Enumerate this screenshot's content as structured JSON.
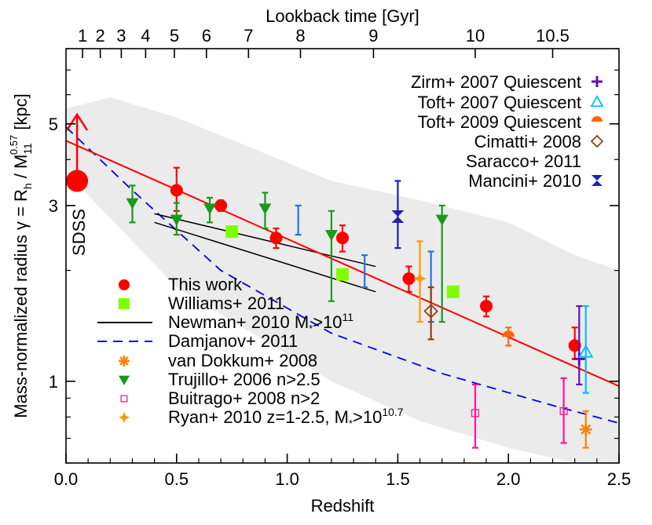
{
  "chart_data": {
    "type": "scatter",
    "xlabel": "Redshift",
    "ylabel": "Mass-normalized radius γ = R",
    "ylabel_sub_h": "h",
    "ylabel_mid": " / M",
    "ylabel_sub_11": "11",
    "ylabel_sup": "0.57",
    "ylabel_unit": " [kpc]",
    "top_xlabel": "Lookback time [Gyr]",
    "xlim": [
      0.0,
      2.5
    ],
    "ylim": [
      0.6,
      8.0
    ],
    "yscale": "log",
    "x_ticks": [
      0.0,
      0.5,
      1.0,
      1.5,
      2.0,
      2.5
    ],
    "x_tick_labels": [
      "0.0",
      "0.5",
      "1.0",
      "1.5",
      "2.0",
      "2.5"
    ],
    "y_ticks": [
      1,
      3,
      5
    ],
    "y_tick_labels": [
      "1",
      "3",
      "5"
    ],
    "top_ticks": [
      {
        "label": "1",
        "z": 0.075
      },
      {
        "label": "2",
        "z": 0.155
      },
      {
        "label": "3",
        "z": 0.25
      },
      {
        "label": "4",
        "z": 0.36
      },
      {
        "label": "5",
        "z": 0.49
      },
      {
        "label": "6",
        "z": 0.635
      },
      {
        "label": "7",
        "z": 0.825
      },
      {
        "label": "8",
        "z": 1.06
      },
      {
        "label": "9",
        "z": 1.39
      },
      {
        "label": "10",
        "z": 1.85
      },
      {
        "label": "10.5",
        "z": 2.2
      }
    ],
    "annotation_sdss": "SDSS",
    "legend_left_placement": "bottom-left",
    "legend_right_placement": "top-right",
    "colors": {
      "this_work": "#ff0000",
      "williams": "#80ff00",
      "newman": "#000000",
      "damjanov": "#0000ee",
      "van_dokkum": "#ff8000",
      "trujillo": "#1a9a1a",
      "buitrago": "#ff1493",
      "ryan": "#ff9900",
      "zirm": "#6a0dad",
      "toft2007": "#00bfff",
      "toft2009": "#ff6600",
      "cimatti": "#8b4513",
      "saracco": "#1f78e0",
      "mancini": "#2020b0",
      "band": "#ebebeb"
    },
    "legend_left": [
      {
        "key": "this_work",
        "label": "This work"
      },
      {
        "key": "williams",
        "label": "Williams+ 2011"
      },
      {
        "key": "newman",
        "label": "Newman+ 2010 M",
        "label_sub": "*",
        "label_mid": ">10",
        "label_sup": "11"
      },
      {
        "key": "damjanov",
        "label": "Damjanov+ 2011"
      },
      {
        "key": "van_dokkum",
        "label": "van Dokkum+ 2008"
      },
      {
        "key": "trujillo",
        "label": "Trujillo+ 2006 n>2.5"
      },
      {
        "key": "buitrago",
        "label": "Buitrago+ 2008 n>2"
      },
      {
        "key": "ryan",
        "label": "Ryan+ 2010 z=1-2.5, M",
        "label_sub": "*",
        "label_mid": ">10",
        "label_sup": "10.7"
      }
    ],
    "legend_right": [
      {
        "key": "zirm",
        "label": "Zirm+ 2007 Quiescent"
      },
      {
        "key": "toft2007",
        "label": "Toft+ 2007 Quiescent"
      },
      {
        "key": "toft2009",
        "label": "Toft+ 2009 Quiescent"
      },
      {
        "key": "cimatti",
        "label": "Cimatti+ 2008"
      },
      {
        "key": "saracco",
        "label": "Saracco+ 2011"
      },
      {
        "key": "mancini",
        "label": "Mancini+ 2010"
      }
    ],
    "band": {
      "upper": [
        [
          0.0,
          5.5
        ],
        [
          0.2,
          5.9
        ],
        [
          0.5,
          5.2
        ],
        [
          0.8,
          4.4
        ],
        [
          1.2,
          3.5
        ],
        [
          1.6,
          3.1
        ],
        [
          2.0,
          2.7
        ],
        [
          2.3,
          2.2
        ],
        [
          2.5,
          2.0
        ]
      ],
      "lower": [
        [
          0.0,
          3.7
        ],
        [
          0.3,
          2.4
        ],
        [
          0.5,
          1.8
        ],
        [
          0.8,
          1.4
        ],
        [
          1.2,
          1.0
        ],
        [
          1.6,
          0.78
        ],
        [
          2.0,
          0.66
        ],
        [
          2.3,
          0.6
        ],
        [
          2.5,
          0.6
        ]
      ]
    },
    "fit_line": {
      "x": [
        0.0,
        2.5
      ],
      "y": [
        4.5,
        0.97
      ]
    },
    "damjanov_line": {
      "x": [
        0.0,
        0.3,
        0.7,
        1.2,
        1.7,
        2.2,
        2.5
      ],
      "y": [
        4.9,
        3.3,
        2.0,
        1.35,
        1.05,
        0.86,
        0.77
      ]
    },
    "newman_lines": [
      {
        "x": [
          0.4,
          1.4
        ],
        "y": [
          2.85,
          2.05
        ]
      },
      {
        "x": [
          0.4,
          1.4
        ],
        "y": [
          2.7,
          1.75
        ]
      }
    ],
    "sdss": {
      "x": 0.05,
      "y": 3.5,
      "arrow_top_y": 5.3
    },
    "series": [
      {
        "name": "This work",
        "key": "this_work",
        "marker": "circle",
        "points": [
          {
            "x": 0.5,
            "y": 3.3,
            "lo": 2.9,
            "hi": 3.8
          },
          {
            "x": 0.7,
            "y": 3.0,
            "lo": 2.9,
            "hi": 3.1
          },
          {
            "x": 0.95,
            "y": 2.45,
            "lo": 2.3,
            "hi": 2.6
          },
          {
            "x": 1.25,
            "y": 2.45,
            "lo": 2.25,
            "hi": 2.65
          },
          {
            "x": 1.55,
            "y": 1.9,
            "lo": 1.75,
            "hi": 2.05
          },
          {
            "x": 1.9,
            "y": 1.6,
            "lo": 1.5,
            "hi": 1.7
          },
          {
            "x": 2.3,
            "y": 1.25,
            "lo": 1.15,
            "hi": 1.4
          }
        ]
      },
      {
        "name": "Williams+ 2011",
        "key": "williams",
        "marker": "square",
        "points": [
          {
            "x": 0.75,
            "y": 2.55
          },
          {
            "x": 1.25,
            "y": 1.95
          },
          {
            "x": 1.75,
            "y": 1.75
          }
        ]
      },
      {
        "name": "Trujillo+ 2006 n>2.5",
        "key": "trujillo",
        "marker": "triangle-down",
        "points": [
          {
            "x": 0.3,
            "y": 3.05,
            "lo": 2.7,
            "hi": 3.4
          },
          {
            "x": 0.5,
            "y": 2.75,
            "lo": 2.5,
            "hi": 3.05
          },
          {
            "x": 0.65,
            "y": 2.95,
            "lo": 2.7,
            "hi": 3.15
          },
          {
            "x": 0.9,
            "y": 2.95,
            "lo": 2.6,
            "hi": 3.25
          },
          {
            "x": 1.2,
            "y": 2.5,
            "lo": 1.65,
            "hi": 2.9
          },
          {
            "x": 1.7,
            "y": 2.75,
            "lo": 1.45,
            "hi": 3.0
          }
        ]
      },
      {
        "name": "Saracco+ 2011",
        "key": "saracco",
        "marker": "bowtie",
        "points": [
          {
            "x": 1.05,
            "y": 2.75,
            "lo": 2.5,
            "hi": 3.0
          },
          {
            "x": 1.35,
            "y": 2.0,
            "lo": 1.8,
            "hi": 2.2
          },
          {
            "x": 1.65,
            "y": 2.05,
            "lo": 1.45,
            "hi": 2.25
          }
        ]
      },
      {
        "name": "Mancini+ 2010",
        "key": "mancini",
        "marker": "hourglass",
        "points": [
          {
            "x": 1.5,
            "y": 2.8,
            "lo": 2.3,
            "hi": 3.5
          }
        ]
      },
      {
        "name": "Ryan+ 2010 z=1-2.5, M*>10^10.7",
        "key": "ryan",
        "marker": "star4",
        "points": [
          {
            "x": 1.6,
            "y": 1.9,
            "lo": 1.45,
            "hi": 2.4
          }
        ]
      },
      {
        "name": "Cimatti+ 2008",
        "key": "cimatti",
        "marker": "diamond",
        "points": [
          {
            "x": 1.65,
            "y": 1.55,
            "lo": 1.3,
            "hi": 1.8
          }
        ]
      },
      {
        "name": "Buitrago+ 2008 n>2",
        "key": "buitrago",
        "marker": "square-open",
        "points": [
          {
            "x": 1.85,
            "y": 0.82,
            "lo": 0.66,
            "hi": 0.98
          },
          {
            "x": 2.25,
            "y": 0.83,
            "lo": 0.68,
            "hi": 1.02
          }
        ]
      },
      {
        "name": "Toft+ 2009 Quiescent",
        "key": "toft2009",
        "marker": "half-circle",
        "points": [
          {
            "x": 2.0,
            "y": 1.32,
            "lo": 1.25,
            "hi": 1.4
          }
        ]
      },
      {
        "name": "Zirm+ 2007 Quiescent",
        "key": "zirm",
        "marker": "plus",
        "points": [
          {
            "x": 2.32,
            "y": 1.15,
            "lo": 0.98,
            "hi": 1.6
          }
        ]
      },
      {
        "name": "Toft+ 2007 Quiescent",
        "key": "toft2007",
        "marker": "triangle-open",
        "points": [
          {
            "x": 2.35,
            "y": 1.2,
            "lo": 0.93,
            "hi": 1.6
          }
        ]
      },
      {
        "name": "van Dokkum+ 2008",
        "key": "van_dokkum",
        "marker": "asterisk",
        "points": [
          {
            "x": 2.35,
            "y": 0.74,
            "lo": 0.66,
            "hi": 0.83
          }
        ]
      }
    ]
  }
}
